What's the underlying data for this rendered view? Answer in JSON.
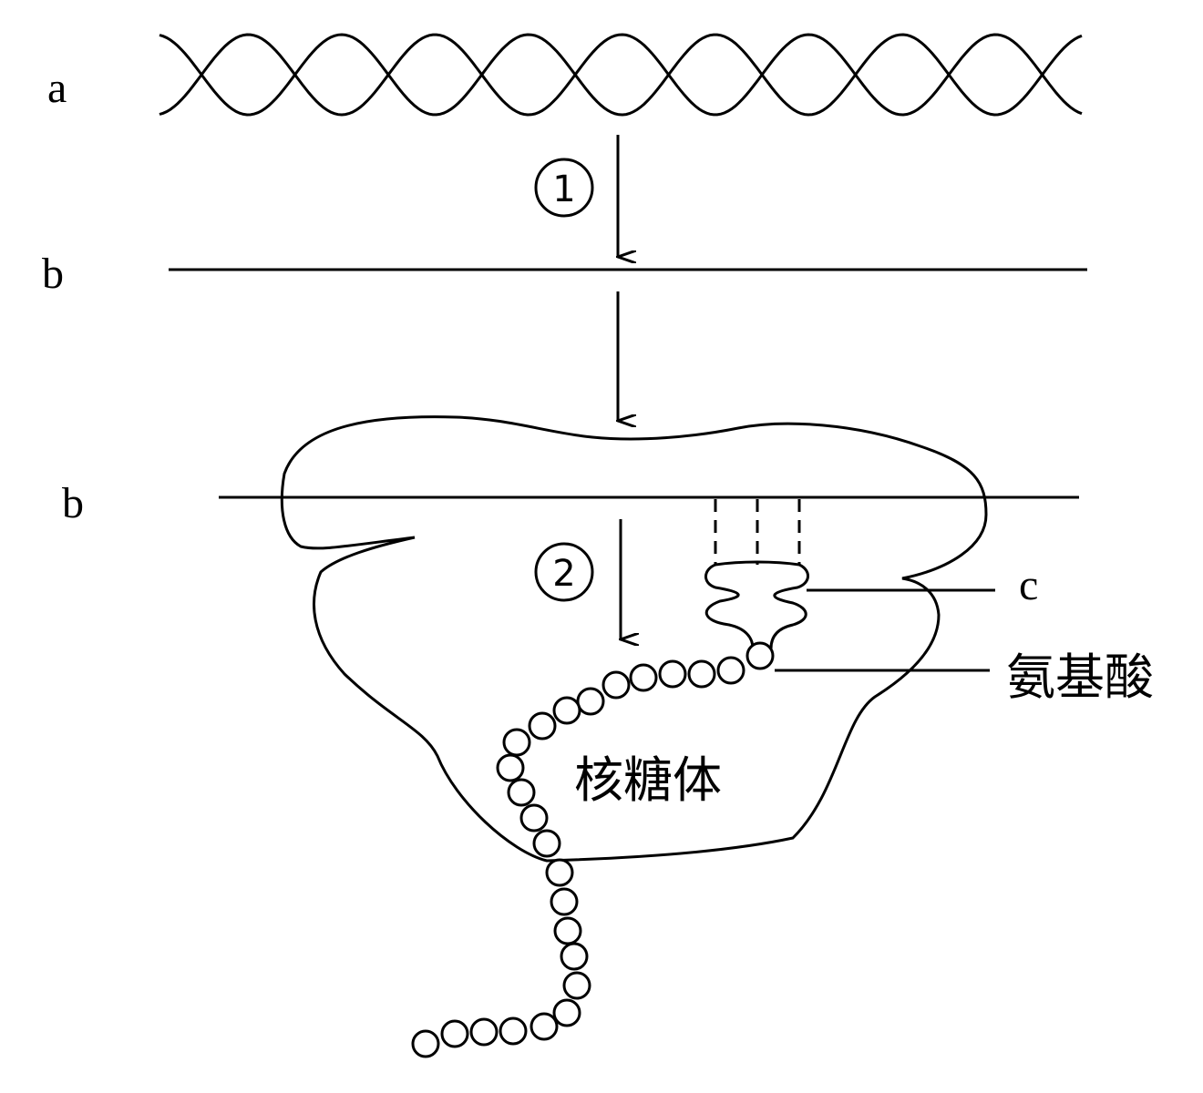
{
  "labels": {
    "dna": "a",
    "mrna_top": "b",
    "mrna_bottom": "b",
    "trna": "c",
    "amino_acid": "氨基酸",
    "ribosome": "核糖体"
  },
  "steps": {
    "step1": "1",
    "step2": "2"
  },
  "colors": {
    "stroke": "#000000",
    "background": "#ffffff"
  }
}
